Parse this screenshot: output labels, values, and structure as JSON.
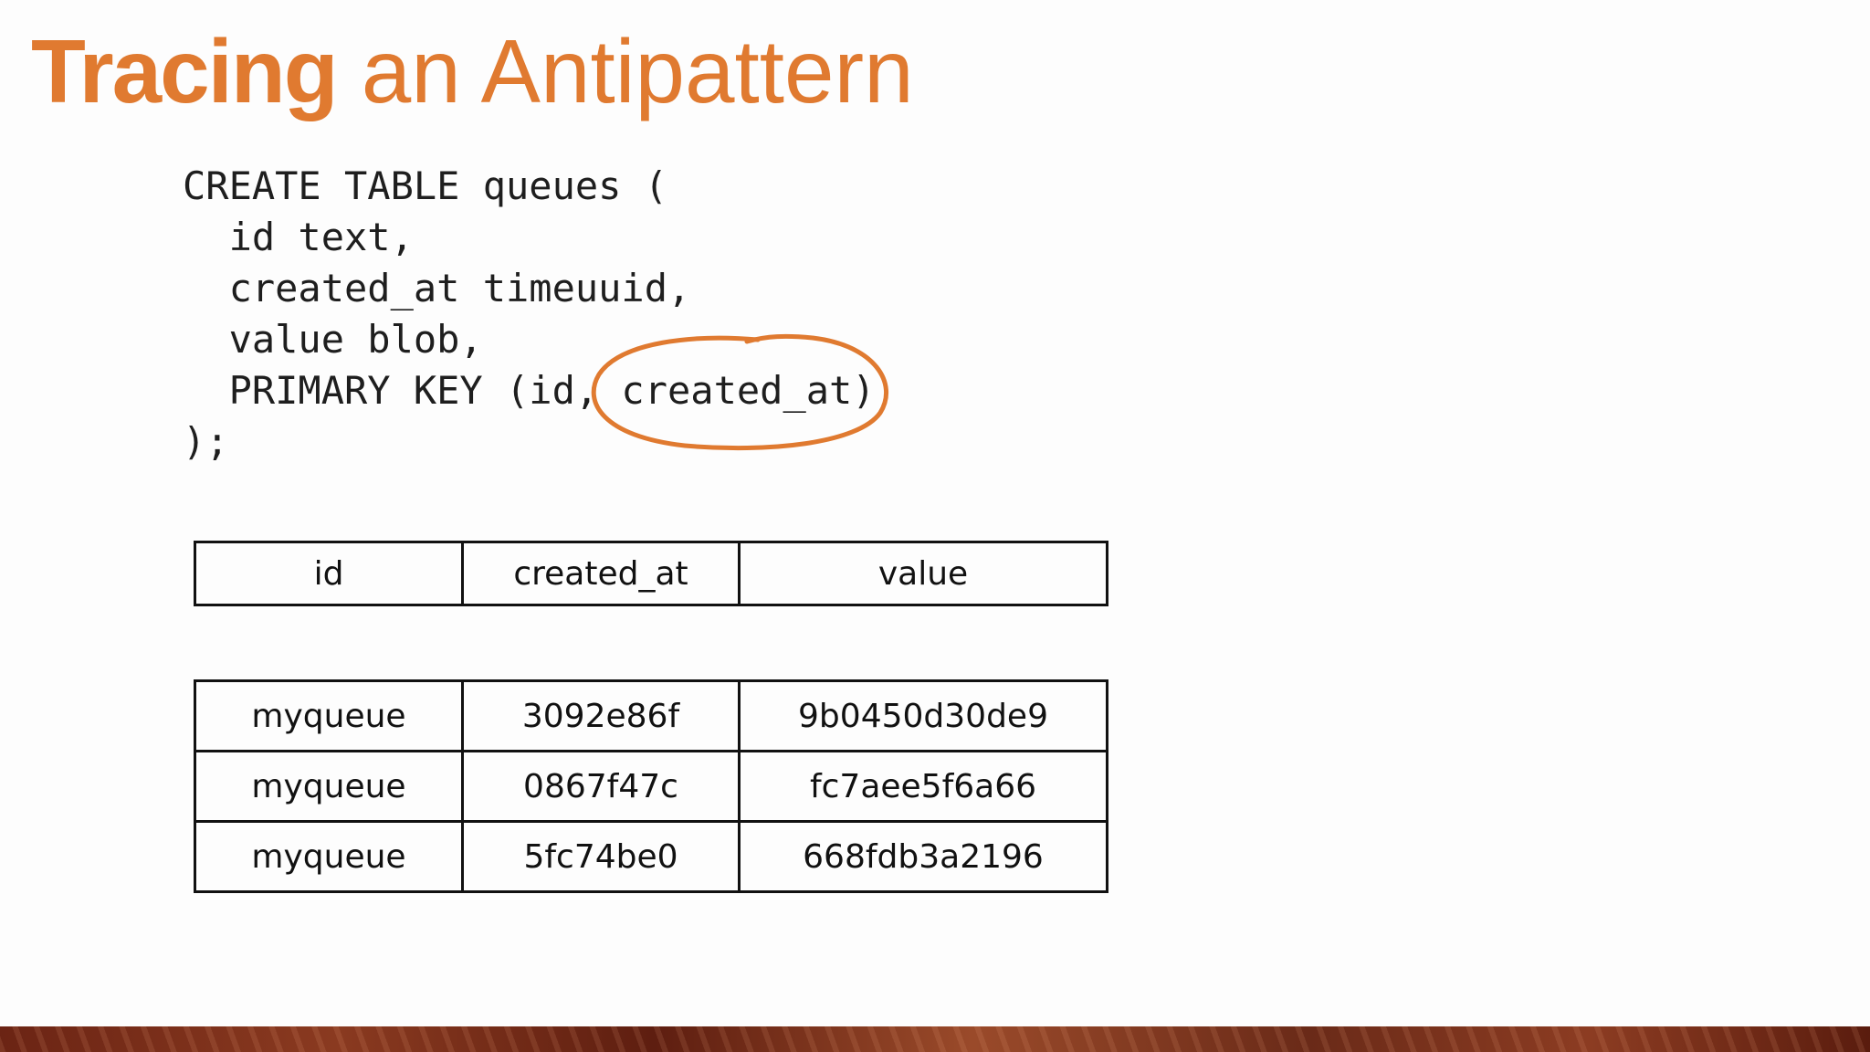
{
  "colors": {
    "accent": "#e07a30",
    "text": "#1e1e1e",
    "background": "#fdfdfd"
  },
  "title": {
    "bold": "Tracing",
    "light": " an Antipattern"
  },
  "code": {
    "lines": [
      "CREATE TABLE queues (",
      "  id text,",
      "  created_at timeuuid,",
      "  value blob,",
      "  PRIMARY KEY (id, created_at)",
      ");"
    ]
  },
  "schema_table": {
    "columns": [
      "id",
      "created_at",
      "value"
    ]
  },
  "data_table": {
    "rows": [
      [
        "myqueue",
        "3092e86f",
        "9b0450d30de9"
      ],
      [
        "myqueue",
        "0867f47c",
        "fc7aee5f6a66"
      ],
      [
        "myqueue",
        "5fc74be0",
        "668fdb3a2196"
      ]
    ]
  }
}
